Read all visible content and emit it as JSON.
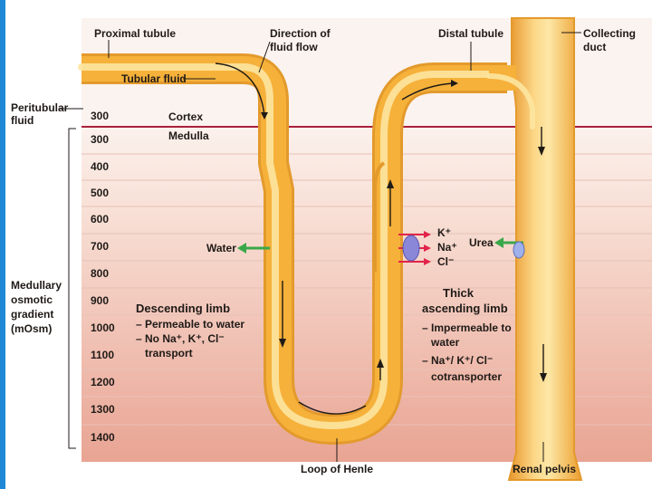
{
  "labels": {
    "proximal_tubule": "Proximal tubule",
    "direction_line1": "Direction of",
    "direction_line2": "fluid flow",
    "distal_tubule": "Distal tubule",
    "collecting_line1": "Collecting",
    "collecting_line2": "duct",
    "tubular_fluid": "Tubular fluid",
    "peritubular_line1": "Peritubular",
    "peritubular_line2": "fluid",
    "cortex": "Cortex",
    "medulla": "Medulla",
    "gradient_line1": "Medullary",
    "gradient_line2": "osmotic",
    "gradient_line3": "gradient",
    "gradient_line4": "(mOsm)",
    "water": "Water",
    "k": "K⁺",
    "na": "Na⁺",
    "cl": "Cl⁻",
    "urea": "Urea",
    "descending_title": "Descending limb",
    "descending_line1": "– Permeable to water",
    "descending_line2": "– No Na⁺, K⁺, Cl⁻",
    "descending_line3": "transport",
    "thick_title1": "Thick",
    "thick_title2": "ascending limb",
    "thick_line1": "– Impermeable to",
    "thick_line2": "water",
    "thick_line3": "– Na⁺/ K⁺/ Cl⁻",
    "thick_line4": "cotransporter",
    "loop_of_henle": "Loop of Henle",
    "renal_pelvis": "Renal pelvis"
  },
  "osmolarity_scale": [
    "300",
    "300",
    "400",
    "500",
    "600",
    "700",
    "800",
    "900",
    "1000",
    "1100",
    "1200",
    "1300",
    "1400"
  ],
  "colors": {
    "tubule_fill": "#f6b13a",
    "tubule_highlight": "#fde9a8",
    "tubule_edge": "#e39a2c",
    "cortex_medulla_line": "#a9203a",
    "water_arrow": "#3aa84a",
    "ion_arrow": "#e2244a",
    "transporter": "#8a86d8",
    "urea_channel": "#9fb0ea"
  }
}
